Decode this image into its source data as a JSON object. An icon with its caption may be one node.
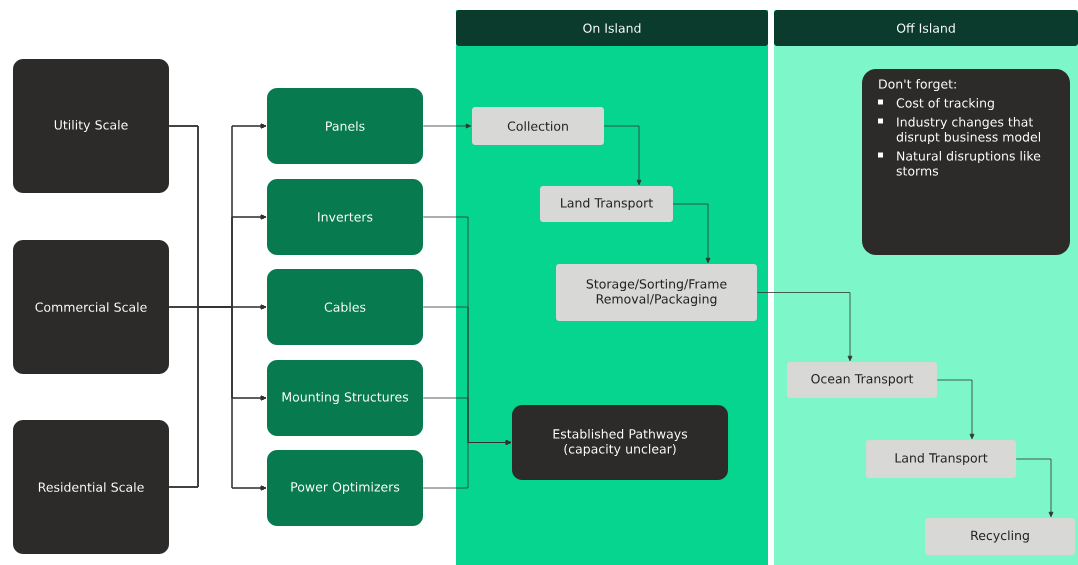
{
  "diagram": {
    "nodes": [
      {
        "text": [
          "Utility Scale"
        ]
      },
      {
        "text": [
          "Commercial Scale"
        ]
      },
      {
        "text": [
          "Residential Scale"
        ]
      },
      {
        "text": [
          "Panels"
        ]
      },
      {
        "text": [
          "Inverters"
        ]
      },
      {
        "text": [
          "Cables"
        ]
      },
      {
        "text": [
          "Mounting Structures"
        ]
      },
      {
        "text": [
          "Power Optimizers"
        ]
      },
      {
        "text": [
          "On Island"
        ]
      },
      {
        "text": [
          "Collection"
        ],
        "in": 8
      },
      {
        "text": [
          "Land Transport"
        ],
        "in": 8
      },
      {
        "text": [
          "Storage/Sorting/Frame Removal/Packaging"
        ],
        "in": 8
      },
      {
        "text": [
          "Established Pathways (capacity unclear)"
        ],
        "in": 8
      },
      {
        "text": [
          "Off Island"
        ]
      },
      {
        "text": [
          "Don't forget:",
          "Cost of tracking",
          "Industry changes that disrupt business model",
          "Natural disruptions like storms"
        ],
        "in": 13
      },
      {
        "text": [
          "Ocean Transport"
        ],
        "in": 13
      },
      {
        "text": [
          "Land Transport"
        ],
        "in": 13
      },
      {
        "text": [
          "Recycling"
        ],
        "in": 13
      }
    ],
    "edges": [
      {
        "from": 0,
        "to": 3,
        "arrow": "to"
      },
      {
        "from": 0,
        "to": 4,
        "arrow": "to"
      },
      {
        "from": 0,
        "to": 5,
        "arrow": "to"
      },
      {
        "from": 0,
        "to": 6,
        "arrow": "to"
      },
      {
        "from": 0,
        "to": 7,
        "arrow": "to"
      },
      {
        "from": 1,
        "to": 3,
        "arrow": "to"
      },
      {
        "from": 1,
        "to": 4,
        "arrow": "to"
      },
      {
        "from": 1,
        "to": 5,
        "arrow": "to"
      },
      {
        "from": 1,
        "to": 6,
        "arrow": "to"
      },
      {
        "from": 1,
        "to": 7,
        "arrow": "to"
      },
      {
        "from": 2,
        "to": 3,
        "arrow": "to"
      },
      {
        "from": 2,
        "to": 4,
        "arrow": "to"
      },
      {
        "from": 2,
        "to": 5,
        "arrow": "to"
      },
      {
        "from": 2,
        "to": 6,
        "arrow": "to"
      },
      {
        "from": 2,
        "to": 7,
        "arrow": "to"
      },
      {
        "from": 3,
        "to": 9,
        "arrow": "to"
      },
      {
        "from": 4,
        "to": 12,
        "arrow": "to"
      },
      {
        "from": 5,
        "to": 12,
        "arrow": "to"
      },
      {
        "from": 6,
        "to": 12,
        "arrow": "to"
      },
      {
        "from": 7,
        "to": 12,
        "arrow": "to"
      },
      {
        "from": 9,
        "to": 10,
        "arrow": "to"
      },
      {
        "from": 10,
        "to": 11,
        "arrow": "to"
      },
      {
        "from": 11,
        "to": 15,
        "arrow": "to"
      },
      {
        "from": 15,
        "to": 16,
        "arrow": "to"
      },
      {
        "from": 16,
        "to": 17,
        "arrow": "to"
      }
    ]
  }
}
